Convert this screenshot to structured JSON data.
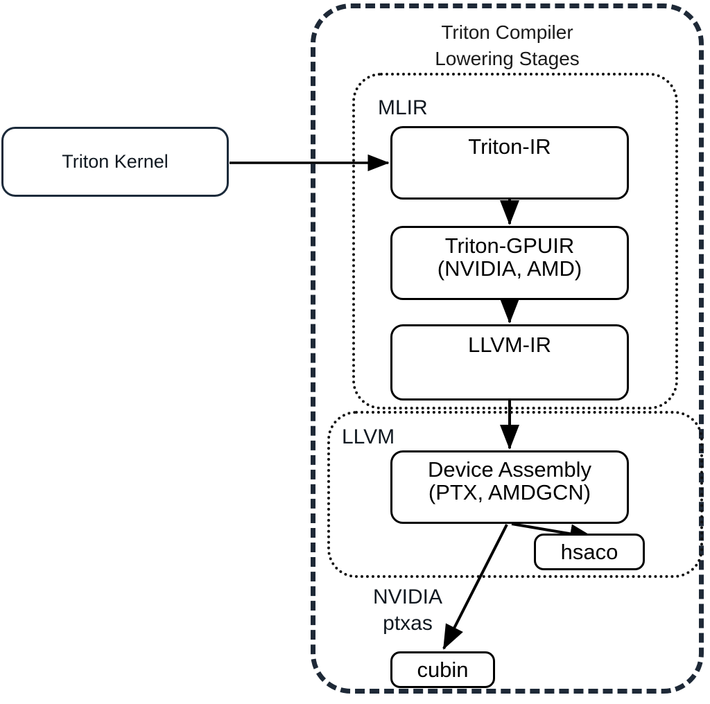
{
  "diagram": {
    "title_line1": "Triton Compiler",
    "title_line2": "Lowering Stages",
    "containers": {
      "outer": {
        "label_line1": "Triton Compiler",
        "label_line2": "Lowering Stages",
        "style": "dashed",
        "color": "#1e2937"
      },
      "mlir": {
        "label": "MLIR",
        "style": "dotted",
        "color": "#111111"
      },
      "llvm": {
        "label": "LLVM",
        "style": "dotted",
        "color": "#111111"
      }
    },
    "nodes": {
      "triton_kernel": {
        "label": "Triton Kernel"
      },
      "triton_ir": {
        "label": "Triton-IR"
      },
      "triton_gpuir": {
        "label_line1": "Triton-GPUIR",
        "label_line2": "(NVIDIA, AMD)"
      },
      "llvm_ir": {
        "label": "LLVM-IR"
      },
      "device_assembly": {
        "label_line1": "Device Assembly",
        "label_line2": "(PTX, AMDGCN)"
      },
      "hsaco": {
        "label": "hsaco"
      },
      "cubin": {
        "label": "cubin"
      }
    },
    "annotations": {
      "nvidia_ptxas_line1": "NVIDIA",
      "nvidia_ptxas_line2": "ptxas"
    },
    "edges": [
      {
        "from": "triton_kernel",
        "to": "triton_ir",
        "kind": "arrow-right"
      },
      {
        "from": "triton_ir",
        "to": "triton_gpuir",
        "kind": "arrow-down"
      },
      {
        "from": "triton_gpuir",
        "to": "llvm_ir",
        "kind": "arrow-down"
      },
      {
        "from": "llvm_ir",
        "to": "device_assembly",
        "kind": "arrow-down"
      },
      {
        "from": "device_assembly",
        "to": "hsaco",
        "kind": "arrow-diagonal"
      },
      {
        "from": "device_assembly",
        "to": "cubin",
        "kind": "arrow-diagonal"
      }
    ],
    "colors": {
      "stroke_black": "#000000",
      "stroke_navy": "#1b2a3a",
      "dashed_navy": "#1e2937",
      "background": "#ffffff"
    }
  }
}
